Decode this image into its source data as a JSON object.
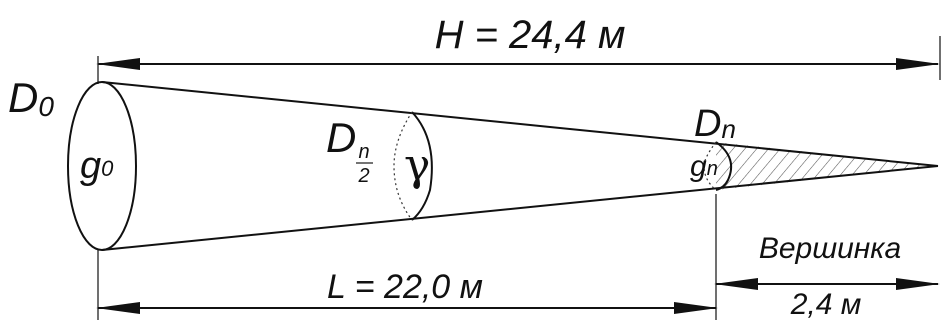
{
  "labels": {
    "total_height": "H = 24,4 м",
    "base_diameter": "D",
    "base_diameter_sub": "0",
    "base_density": "g",
    "base_density_sub": "0",
    "mid_diameter": "D",
    "mid_sub_num": "n",
    "mid_sub_den": "2",
    "mid_gamma": "γ",
    "top_diameter": "D",
    "top_diameter_sub": "n",
    "top_density": "g",
    "top_density_sub": "n",
    "length": "L = 22,0 м",
    "tip_label": "Вершинка",
    "tip_length": "2,4 м"
  },
  "colors": {
    "ink": "#111111",
    "background": "#ffffff"
  }
}
